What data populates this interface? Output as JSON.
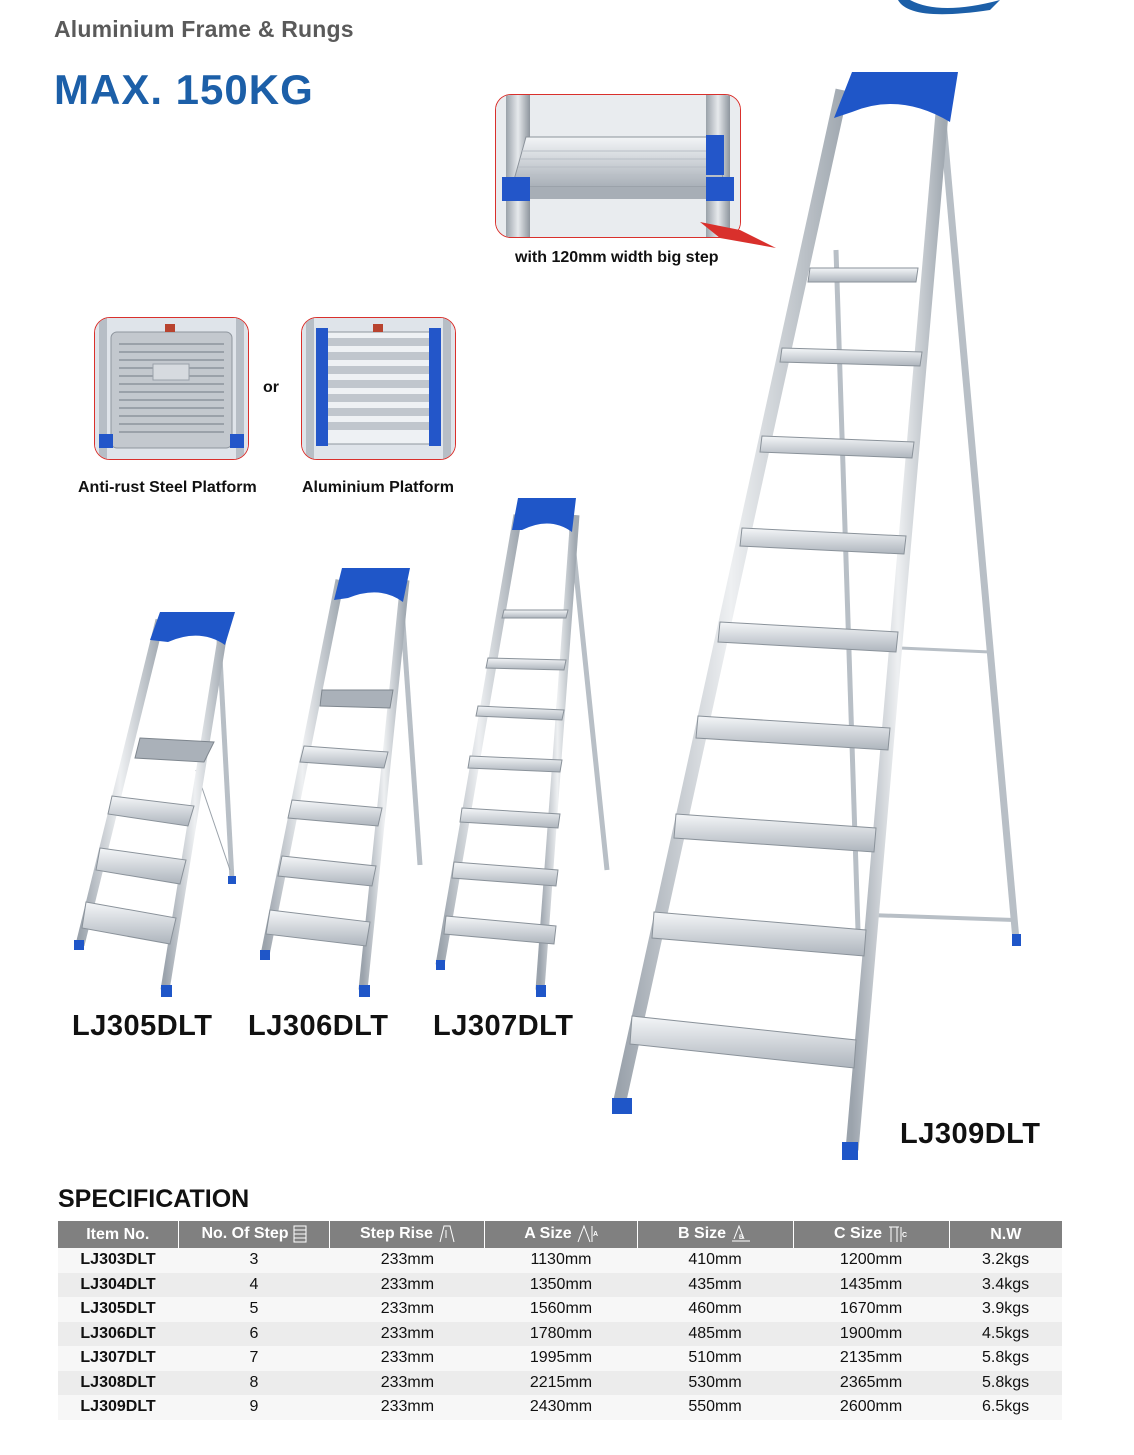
{
  "header": {
    "subtitle": "Aluminium Frame & Rungs",
    "max_load": "MAX. 150KG"
  },
  "insets": {
    "big_step_caption": "with 120mm width big step",
    "or_text": "or",
    "steel_platform_caption": "Anti-rust Steel Platform",
    "aluminium_platform_caption": "Aluminium Platform"
  },
  "models": {
    "lj305": "LJ305DLT",
    "lj306": "LJ306DLT",
    "lj307": "LJ307DLT",
    "lj309": "LJ309DLT"
  },
  "colors": {
    "brand_blue": "#1c5fa8",
    "ladder_blue": "#1f56c8",
    "aluminium": "#c9ced4",
    "inset_border": "#d9302c",
    "table_header": "#808080"
  },
  "icons": {
    "steps": "ladder-steps-icon",
    "rise": "step-rise-icon",
    "a_size": "a-size-icon",
    "b_size": "b-size-icon",
    "c_size": "c-size-icon"
  },
  "specification": {
    "title": "SPECIFICATION",
    "columns": [
      "Item No.",
      "No. Of Step",
      "Step Rise",
      "A Size",
      "B Size",
      "C Size",
      "N.W"
    ],
    "rows": [
      [
        "LJ303DLT",
        "3",
        "233mm",
        "1130mm",
        "410mm",
        "1200mm",
        "3.2kgs"
      ],
      [
        "LJ304DLT",
        "4",
        "233mm",
        "1350mm",
        "435mm",
        "1435mm",
        "3.4kgs"
      ],
      [
        "LJ305DLT",
        "5",
        "233mm",
        "1560mm",
        "460mm",
        "1670mm",
        "3.9kgs"
      ],
      [
        "LJ306DLT",
        "6",
        "233mm",
        "1780mm",
        "485mm",
        "1900mm",
        "4.5kgs"
      ],
      [
        "LJ307DLT",
        "7",
        "233mm",
        "1995mm",
        "510mm",
        "2135mm",
        "5.8kgs"
      ],
      [
        "LJ308DLT",
        "8",
        "233mm",
        "2215mm",
        "530mm",
        "2365mm",
        "5.8kgs"
      ],
      [
        "LJ309DLT",
        "9",
        "233mm",
        "2430mm",
        "550mm",
        "2600mm",
        "6.5kgs"
      ]
    ]
  }
}
